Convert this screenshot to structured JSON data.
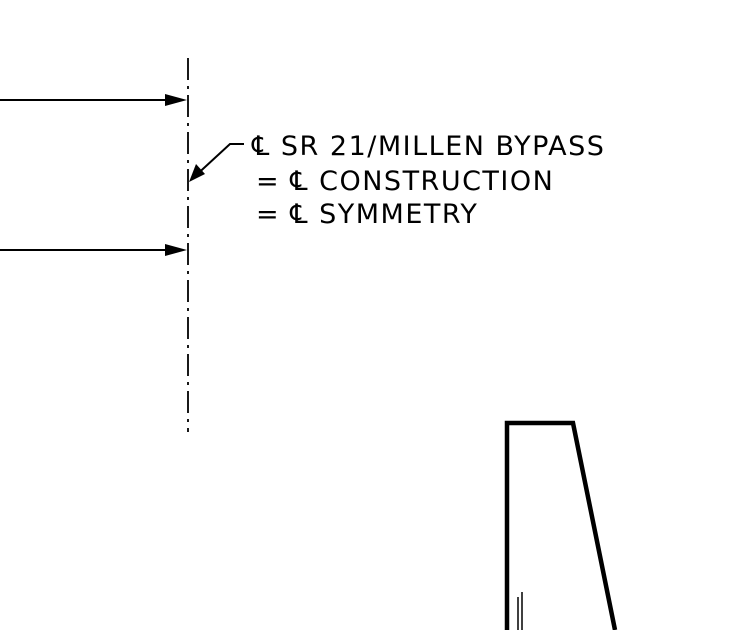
{
  "note": {
    "line1": "℄ SR 21/MILLEN BYPASS",
    "line2": "= ℄ CONSTRUCTION",
    "line3": "= ℄ SYMMETRY"
  },
  "colors": {
    "ink": "#000000",
    "background": "#ffffff"
  }
}
